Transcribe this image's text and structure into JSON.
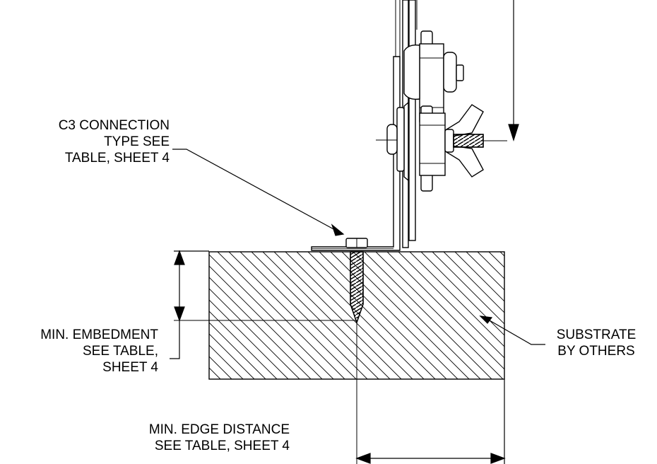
{
  "labels": {
    "connection": {
      "line1": "C3 CONNECTION",
      "line2": "TYPE SEE",
      "line3": "TABLE, SHEET 4"
    },
    "embedment": {
      "line1": "MIN. EMBEDMENT",
      "line2": "SEE TABLE,",
      "line3": "SHEET 4"
    },
    "substrate": {
      "line1": "SUBSTRATE",
      "line2": "BY OTHERS"
    },
    "edge_distance": {
      "line1": "MIN. EDGE DISTANCE",
      "line2": "SEE TABLE, SHEET 4"
    }
  },
  "colors": {
    "ink": "#000000",
    "background": "#ffffff"
  }
}
